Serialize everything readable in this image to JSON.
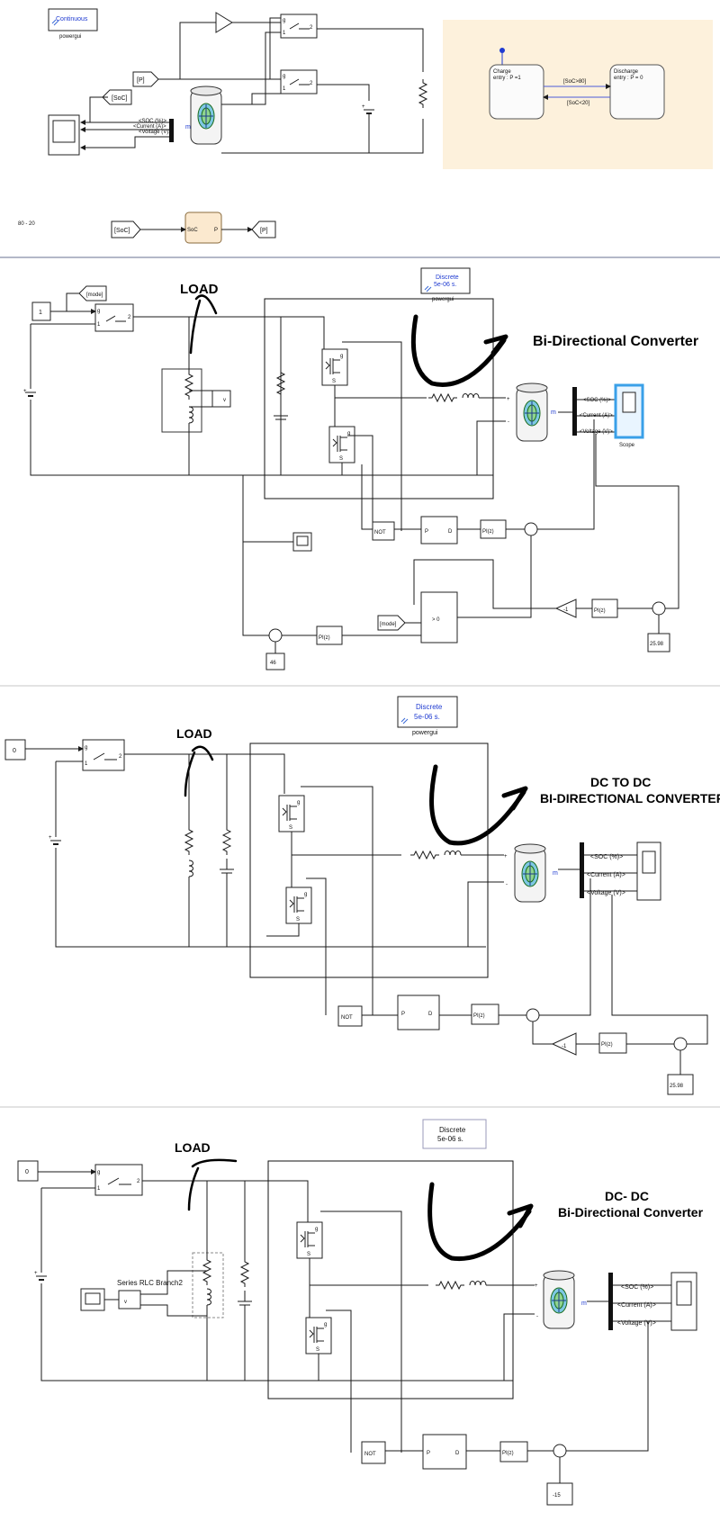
{
  "colors": {
    "accent_blue": "#1f3bd1",
    "scope_highlight": "#3aa0e8",
    "stateflow_bg": "#fdf1dc",
    "block_bg": "#ffffff"
  },
  "p1": {
    "powergui_mode": "Continuous",
    "powergui_label": "powergui",
    "goto_p": "[P]",
    "goto_soc": "[SoC]",
    "bus": {
      "soc": "<SOC (%)>",
      "current": "<Current (A)>",
      "voltage": "<Voltage (V)>"
    },
    "batt_port": "m",
    "switch_g": "g",
    "switch_1": "1",
    "switch_2": "2",
    "state_charge": "Charge",
    "state_charge_entry": "entry : P =1",
    "state_discharge": "Discharge",
    "state_discharge_entry": "entry : P = 0",
    "trans_up": "[SoC>80]",
    "trans_down": "[SoC<20]",
    "range_label": "80 - 20",
    "from_soc": "[SoC]",
    "chart_in": "SoC",
    "chart_out": "P",
    "goto_p2": "[P]"
  },
  "p2": {
    "powergui_mode": "Discrete",
    "powergui_ts": "5e-06 s.",
    "powergui_label": "powergui",
    "load_label": "LOAD",
    "title": "Bi-Directional Converter",
    "const_in": "1",
    "goto_mode": "[mode]",
    "from_mode": "[mode]",
    "switch_g": "g",
    "switch_1": "1",
    "switch_2": "2",
    "bus": {
      "soc": "<SOC (%)>",
      "current": "<Current (A)>",
      "voltage": "<Voltage (V)>"
    },
    "scope_label": "Scope",
    "batt_port": "m",
    "not_label": "NOT",
    "pwm_p": "P",
    "pwm_d": "D",
    "pi1": "PI(z)",
    "pi2": "PI(z)",
    "pi3": "PI(z)",
    "gain": "-1",
    "ref_v": "25.98",
    "ref_46": "46",
    "sw_gt0": "> 0",
    "mos_g": "g",
    "mos_s": "S",
    "plus": "+",
    "minus": "-",
    "vmeas": "v"
  },
  "p3": {
    "powergui_mode": "Discrete",
    "powergui_ts": "5e-06 s.",
    "powergui_label": "powergui",
    "load_label": "LOAD",
    "title_line1": "DC TO DC",
    "title_line2": "BI-DIRECTIONAL CONVERTER",
    "const_in": "0",
    "switch_g": "g",
    "switch_1": "1",
    "switch_2": "2",
    "bus": {
      "soc": "<SOC (%)>",
      "current": "<Current (A)>",
      "voltage": "<Voltage (V)>"
    },
    "batt_port": "m",
    "not_label": "NOT",
    "pwm_p": "P",
    "pwm_d": "D",
    "pi1": "PI(z)",
    "pi2": "PI(z)",
    "gain": "-1",
    "ref_v": "25.98",
    "mos_g": "g",
    "mos_s": "S",
    "plus": "+",
    "minus": "-"
  },
  "p4": {
    "powergui_mode": "Discrete",
    "powergui_ts": "5e-06 s.",
    "load_label": "LOAD",
    "title_line1": "DC- DC",
    "title_line2": "Bi-Directional Converter",
    "const_in": "0",
    "switch_g": "g",
    "switch_1": "1",
    "switch_2": "2",
    "rlc_label": "Series RLC Branch2",
    "bus": {
      "soc": "<SOC (%)>",
      "current": "<Current (A)>",
      "voltage": "<Voltage (V)>"
    },
    "batt_port": "m",
    "not_label": "NOT",
    "pwm_p": "P",
    "pwm_d": "D",
    "pi1": "PI(z)",
    "ref_v": "-15",
    "mos_g": "g",
    "mos_s": "S",
    "plus": "+",
    "minus": "-",
    "vmeas": "v"
  }
}
